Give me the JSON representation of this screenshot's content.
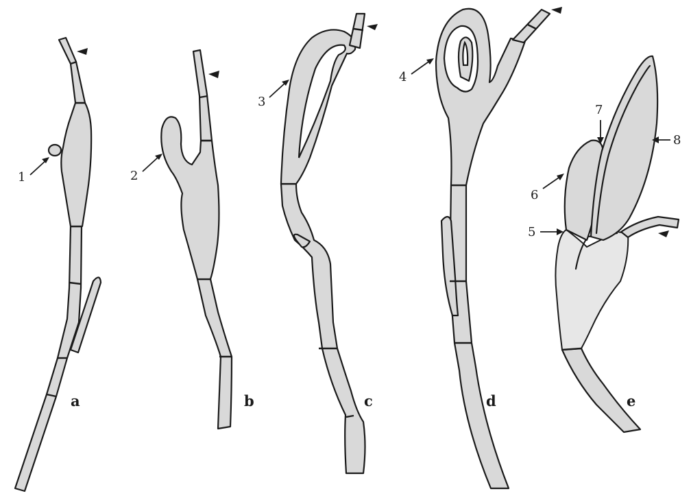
{
  "panels": [
    "a",
    "b",
    "c",
    "d",
    "e"
  ],
  "callouts": [
    "1",
    "2",
    "3",
    "4",
    "5",
    "6",
    "7",
    "8"
  ],
  "icons": {
    "tip_marker": "black-arrowhead",
    "callout_arrow": "line-arrow"
  },
  "colors": {
    "ink": "#1a1a1a",
    "cytoplasm": "#d9d9d9",
    "dense_cytoplasm": "#bdbdbd",
    "background": "#ffffff"
  }
}
